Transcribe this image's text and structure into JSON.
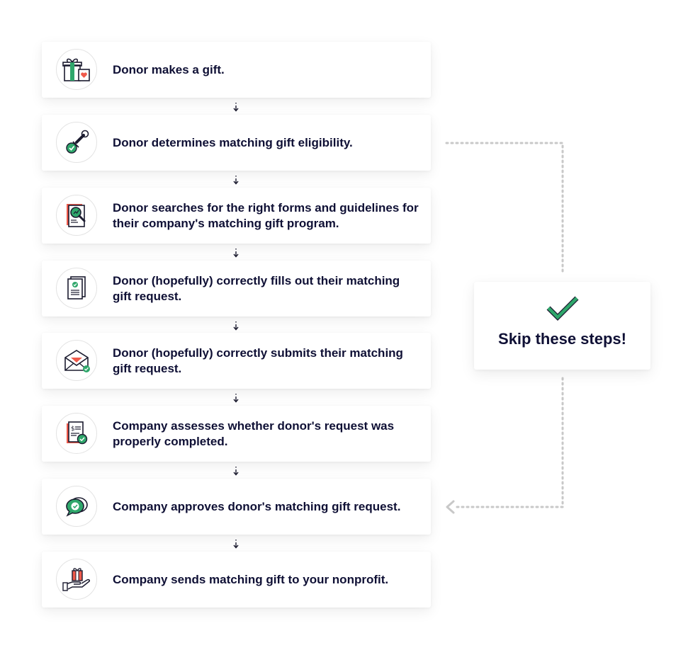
{
  "steps": [
    {
      "text": "Donor makes a gift.",
      "icon": "gift-icon"
    },
    {
      "text": "Donor determines matching gift eligibility.",
      "icon": "stamp-icon"
    },
    {
      "text": "Donor searches for the right forms and guidelines for their company's matching gift program.",
      "icon": "search-document-icon"
    },
    {
      "text": "Donor (hopefully) correctly fills out their matching gift request.",
      "icon": "checklist-document-icon"
    },
    {
      "text": "Donor (hopefully) correctly submits their matching gift request.",
      "icon": "envelope-icon"
    },
    {
      "text": "Company assesses whether donor's request was properly completed.",
      "icon": "invoice-review-icon"
    },
    {
      "text": "Company approves donor's matching gift request.",
      "icon": "approval-chat-icon"
    },
    {
      "text": "Company sends matching gift to your nonprofit.",
      "icon": "hand-gift-icon"
    }
  ],
  "skip": {
    "label": "Skip these steps!",
    "icon": "check-icon"
  },
  "colors": {
    "text": "#0f1035",
    "accent_red": "#ef5a4b",
    "accent_green": "#2fa76b",
    "dots": "#c8c8c8"
  }
}
